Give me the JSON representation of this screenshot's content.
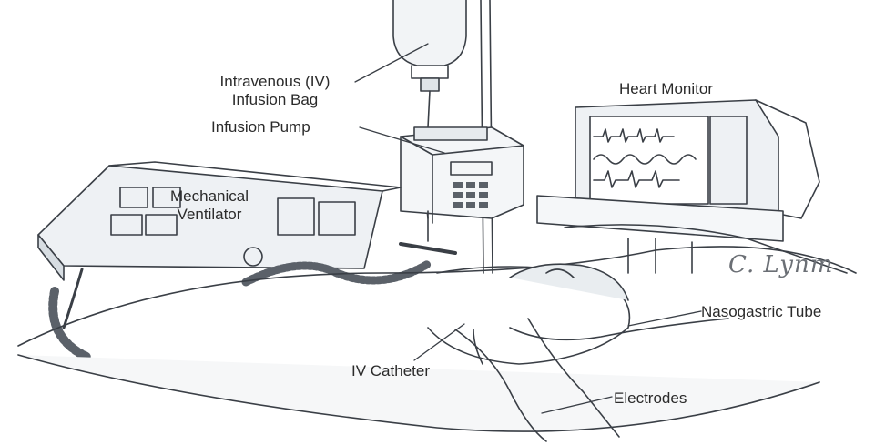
{
  "labels": {
    "iv_bag_line1": "Intravenous (IV)",
    "iv_bag_line2": "Infusion Bag",
    "heart_monitor": "Heart Monitor",
    "infusion_pump": "Infusion Pump",
    "ventilator_line1": "Mechanical",
    "ventilator_line2": "Ventilator",
    "nasogastric_tube": "Nasogastric Tube",
    "iv_catheter": "IV Catheter",
    "electrodes": "Electrodes"
  },
  "signature": "C. Lynm",
  "colors": {
    "ink": "#3a3f46",
    "shade": "#c9d1d8",
    "label": "#2b2b2b"
  }
}
